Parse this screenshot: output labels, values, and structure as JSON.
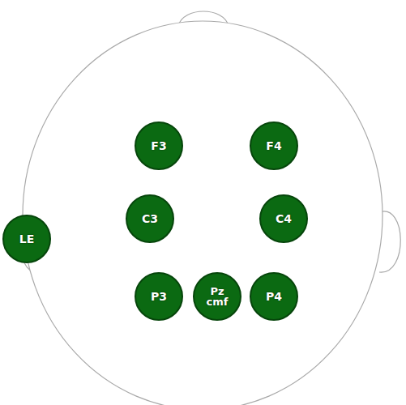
{
  "diagram": {
    "nodes": [
      {
        "text": [
          "F3"
        ]
      },
      {
        "text": [
          "F4"
        ]
      },
      {
        "text": [
          "LE"
        ]
      },
      {
        "text": [
          "C3"
        ]
      },
      {
        "text": [
          "C4"
        ]
      },
      {
        "text": [
          "P3"
        ]
      },
      {
        "text": [
          "Pz",
          "cmf"
        ]
      },
      {
        "text": [
          "P4"
        ]
      }
    ]
  }
}
